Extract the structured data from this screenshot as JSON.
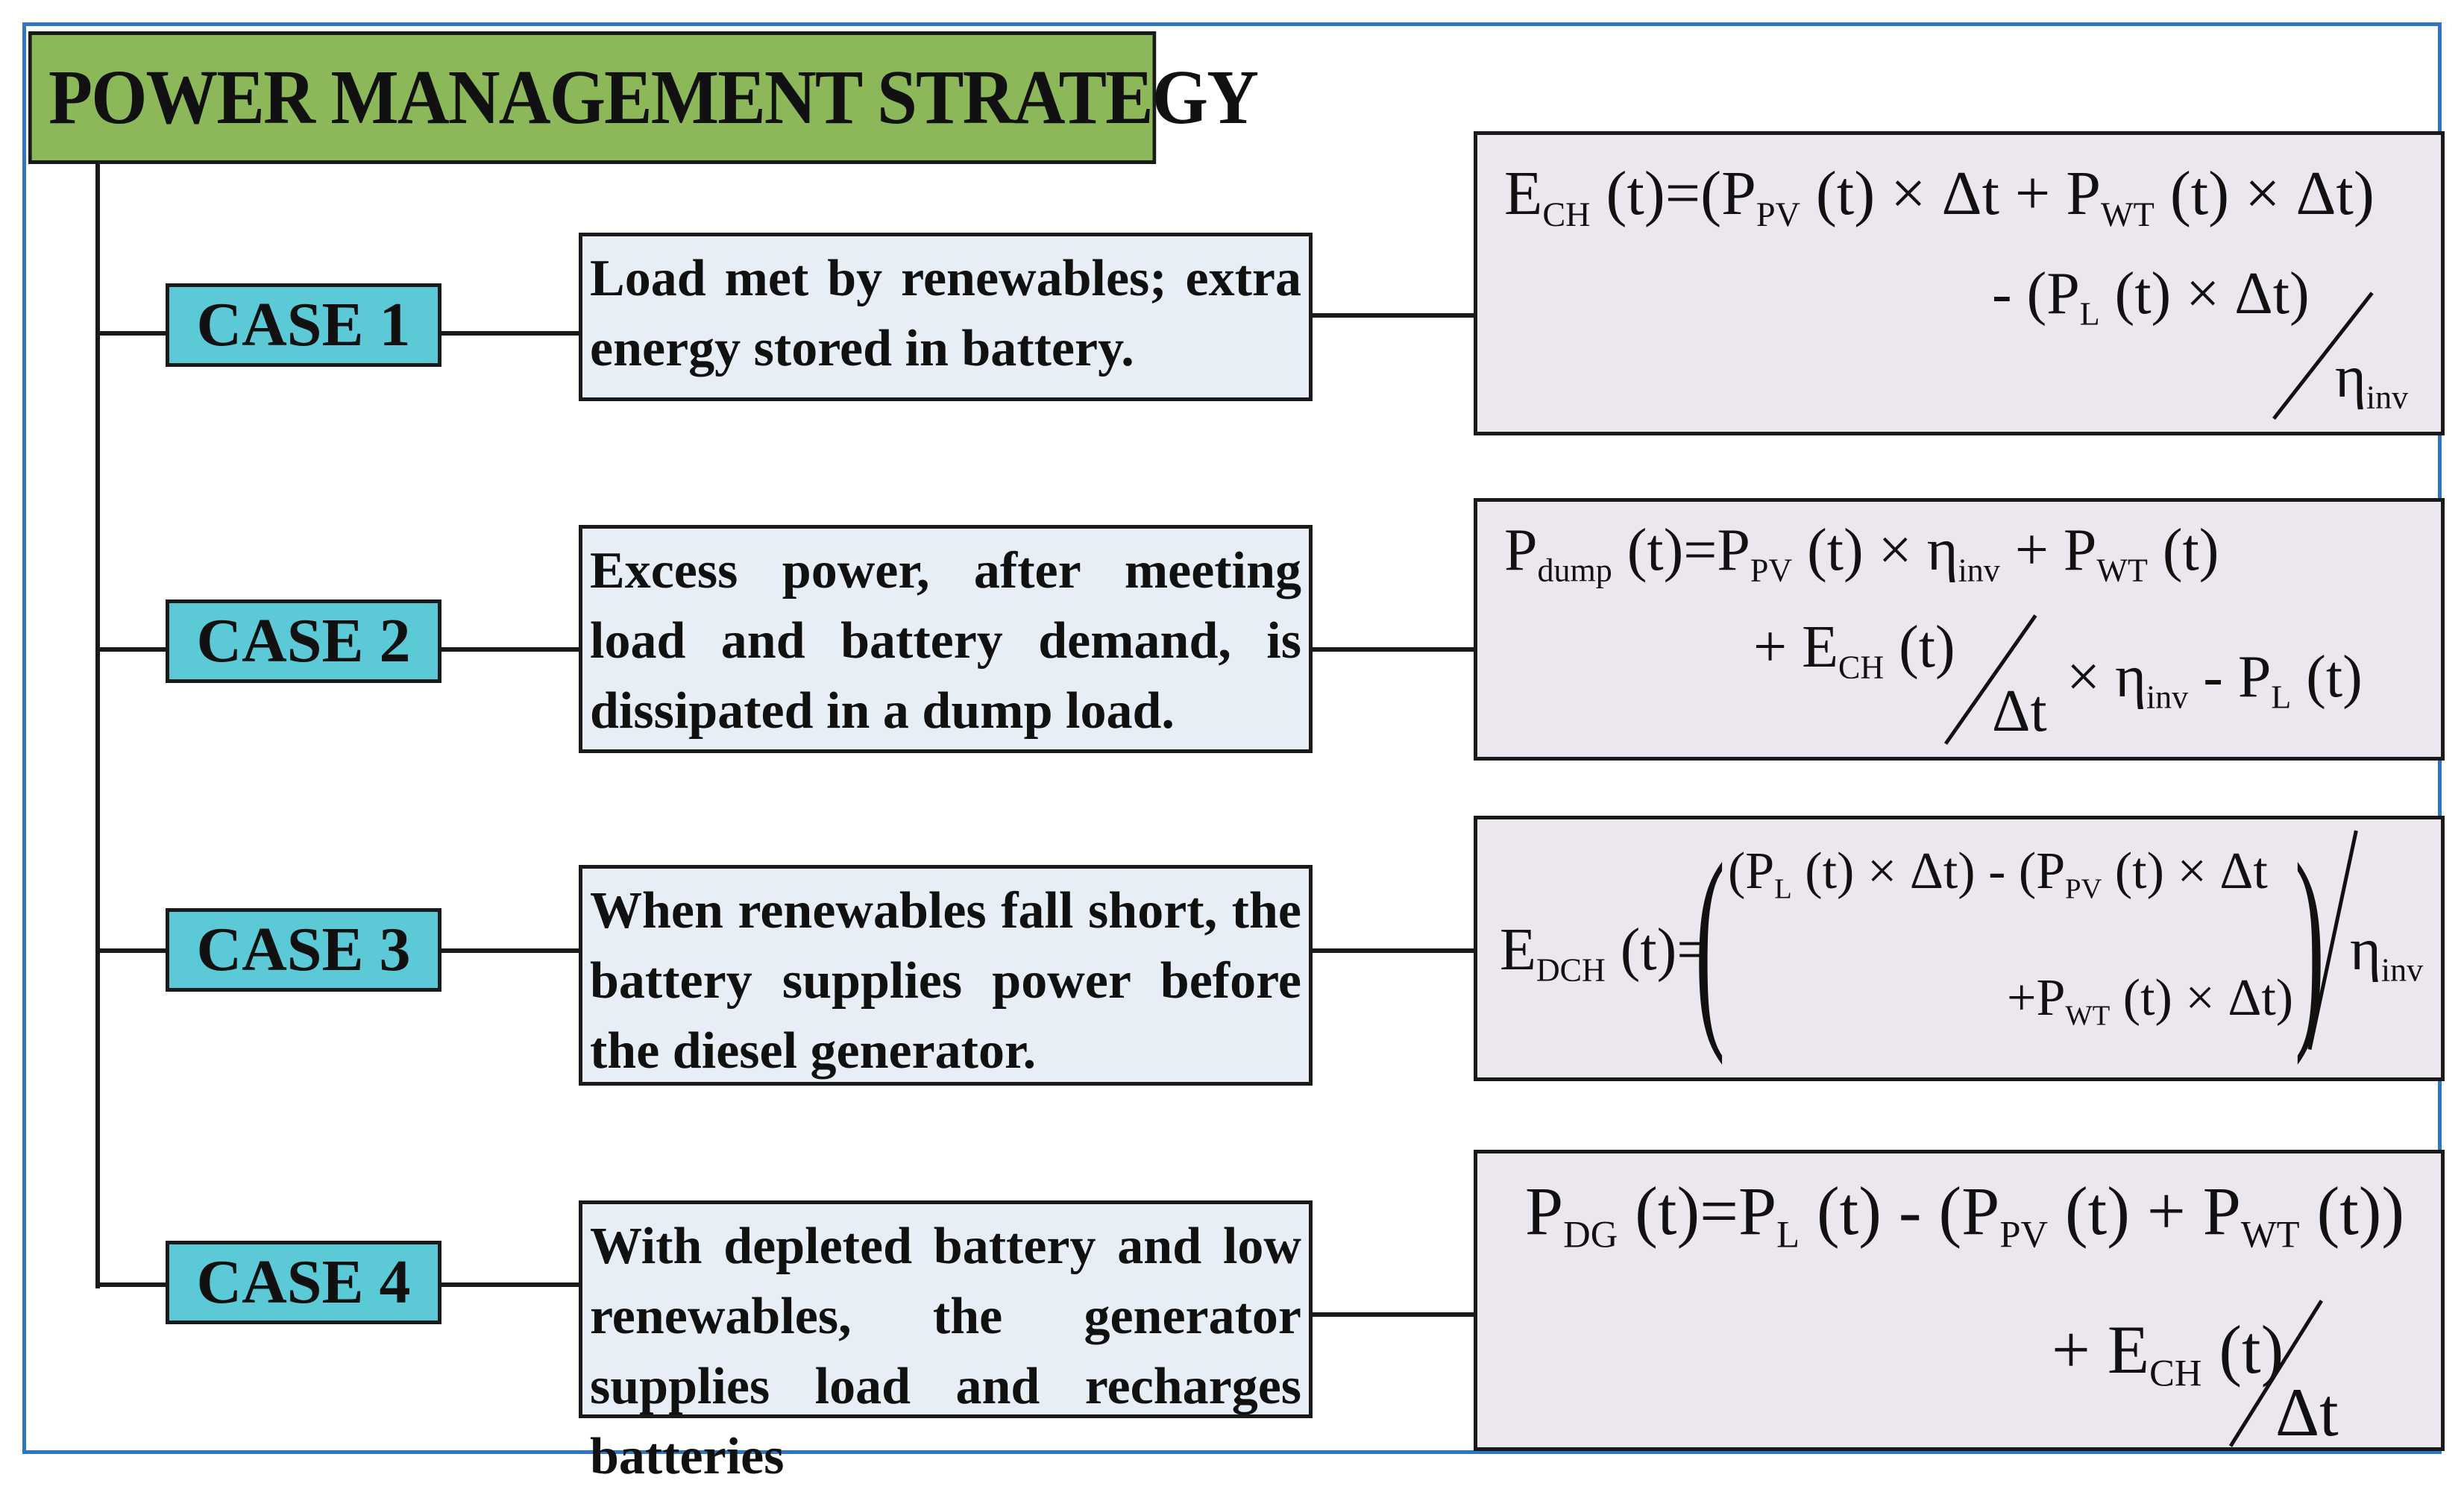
{
  "title": "POWER MANAGEMENT STRATEGY",
  "colors": {
    "frame": "#2f75c0",
    "title_bg": "#8db85a",
    "case_bg": "#5ccad6",
    "desc_bg": "#e8eef6",
    "eq_bg": "#ece6ee"
  },
  "cases": [
    {
      "label": "CASE 1",
      "description": "Load met by renewables; extra energy stored in battery.",
      "equation": {
        "line1": "E_CH(t)=(P_PV(t) × Δt + P_WT(t) × Δt)",
        "line2": "- (P_L(t) × Δt) / η_inv"
      }
    },
    {
      "label": "CASE 2",
      "description": "Excess power, after meeting load and battery demand, is dissipated in a dump load.",
      "equation": {
        "line1": "P_dump(t)=P_PV(t) × η_inv + P_WT(t)",
        "line2": "+ E_CH(t) / Δt × η_inv - P_L(t)"
      }
    },
    {
      "label": "CASE 3",
      "description": "When renewables fall short, the battery supplies power before the diesel generator.",
      "equation": {
        "line1": "E_DCH(t)=((P_L(t)×Δt) - (P_PV(t)×Δt",
        "line2": "+P_WT(t)×Δt)) / η_inv"
      }
    },
    {
      "label": "CASE 4",
      "description": "With depleted battery and low renewables, the generator supplies load and recharges batteries",
      "equation": {
        "line1": "P_DG(t)=P_L(t) - (P_PV(t)+P_WT(t))",
        "line2": "+ E_CH(t) / Δt"
      }
    }
  ]
}
